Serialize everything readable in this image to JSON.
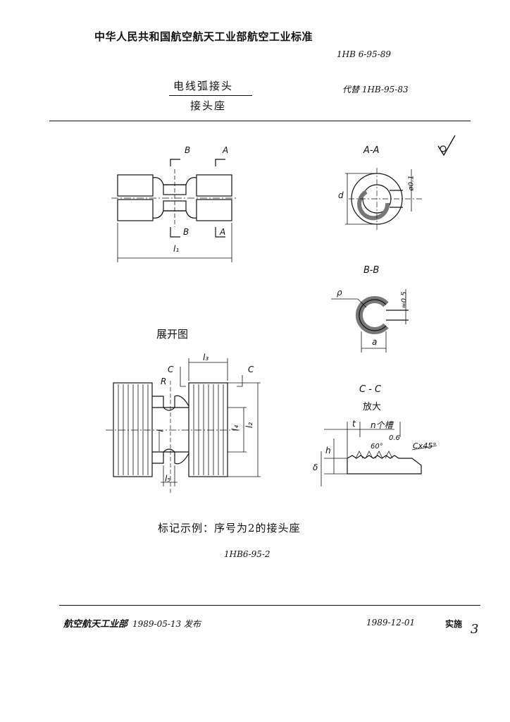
{
  "header": {
    "standard_title": "中华人民共和国航空航天工业部航空工业标准",
    "standard_number": "1HB 6-95-89",
    "doc_title_line1": "电线弧接头",
    "doc_title_line2": "接头座",
    "replaces": "代替 1HB-95-83"
  },
  "drawing": {
    "section_labels": {
      "b_top": "B",
      "a_top": "A",
      "b_bottom": "B",
      "a_bottom": "A",
      "l1": "l₁",
      "aa_title": "A-A",
      "d": "d",
      "d01": "ø0.1",
      "bb_title": "B-B",
      "rho": "ρ",
      "r05": "≈0.5",
      "a": "a",
      "expand_title": "展开图",
      "l3": "l₃",
      "c_left": "C",
      "c_right": "C",
      "r": "R",
      "l": "l",
      "l4": "l₄",
      "l2": "l₂",
      "l5": "l₅",
      "cc_title": "C - C",
      "cc_sub": "放大",
      "t": "t",
      "n_slots": "n个槽",
      "angle60": "60°",
      "w06": "0.6",
      "chamfer": "Cx45°",
      "h": "h",
      "delta": "δ"
    }
  },
  "marking": {
    "example": "标记示例：序号为2的接头座",
    "code": "1HB6-95-2"
  },
  "footer": {
    "publisher": "航空航天工业部",
    "issue_date": "1989-05-13 发布",
    "impl_date": "1989-12-01",
    "impl_label": "实施",
    "page": "3"
  }
}
